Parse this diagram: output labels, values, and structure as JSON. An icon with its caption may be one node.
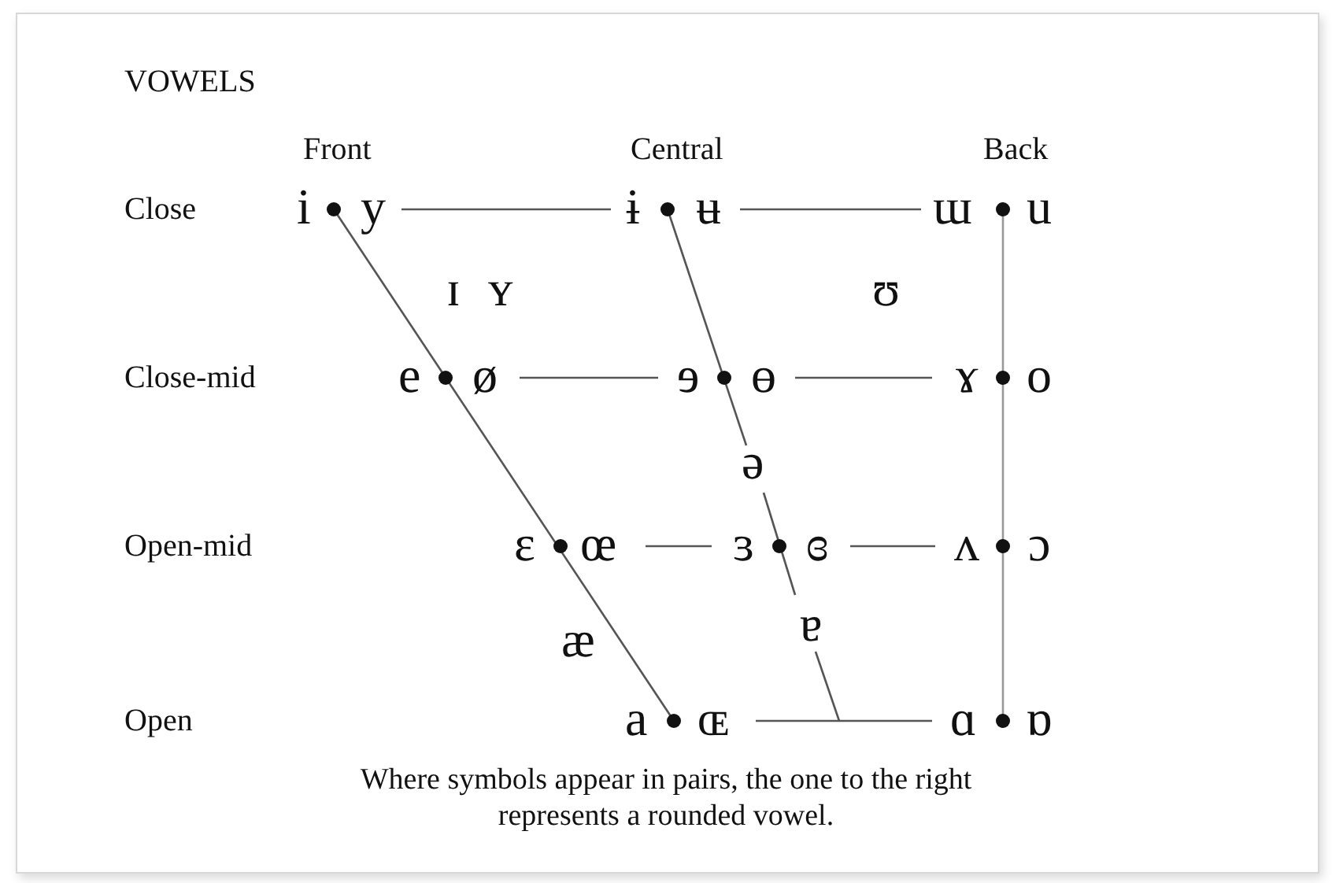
{
  "diagram": {
    "title": "VOWELS",
    "caption": "Where symbols appear in pairs, the one to the right represents a rounded vowel.",
    "labels": [
      "Front",
      "Central",
      "Back",
      "Close",
      "i",
      "y",
      "ɨ",
      "ʉ",
      "ɯ",
      "u",
      "ɪ",
      "ʏ",
      "ʊ",
      "Close-mid",
      "e",
      "ø",
      "ɘ",
      "ɵ",
      "ɤ",
      "o",
      "ə",
      "Open-mid",
      "ɛ",
      "œ",
      "ɜ",
      "ɞ",
      "ʌ",
      "ɔ",
      "æ",
      "ɐ",
      "Open",
      "a",
      "ɶ",
      "ɑ",
      "ɒ"
    ]
  }
}
